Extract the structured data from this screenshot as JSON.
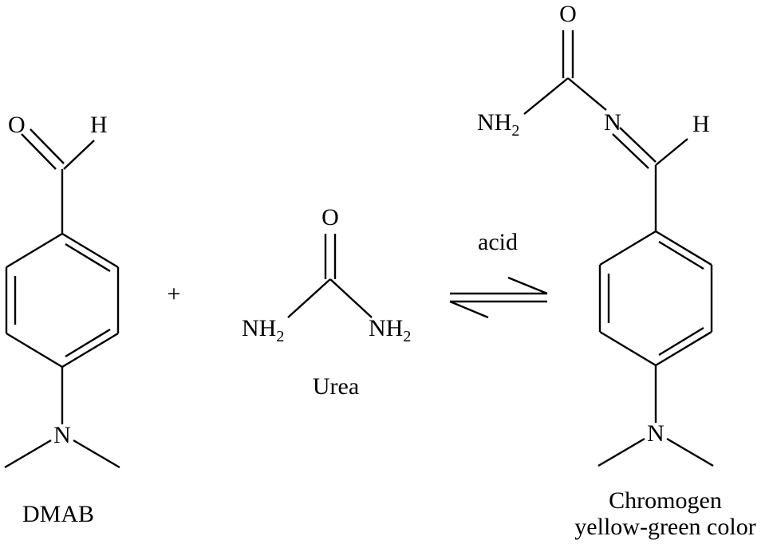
{
  "reactant_1": {
    "name": "DMAB",
    "atoms": {
      "carbonyl_oxygen": "O",
      "aldehyde_hydrogen": "H",
      "amine_nitrogen": "N"
    }
  },
  "plus_sign": "+",
  "reactant_2": {
    "name": "Urea",
    "atoms": {
      "carbonyl_oxygen": "O",
      "amine_left": "NH",
      "amine_left_sub": "2",
      "amine_right": "NH",
      "amine_right_sub": "2"
    }
  },
  "reaction_condition": "acid",
  "product": {
    "name": "Chromogen",
    "description": "yellow-green color",
    "atoms": {
      "carbonyl_oxygen": "O",
      "amine": "NH",
      "amine_sub": "2",
      "imine_nitrogen": "N",
      "imine_hydrogen": "H",
      "amine_nitrogen": "N"
    }
  },
  "colors": {
    "ink": "#000000",
    "background": "#ffffff"
  }
}
